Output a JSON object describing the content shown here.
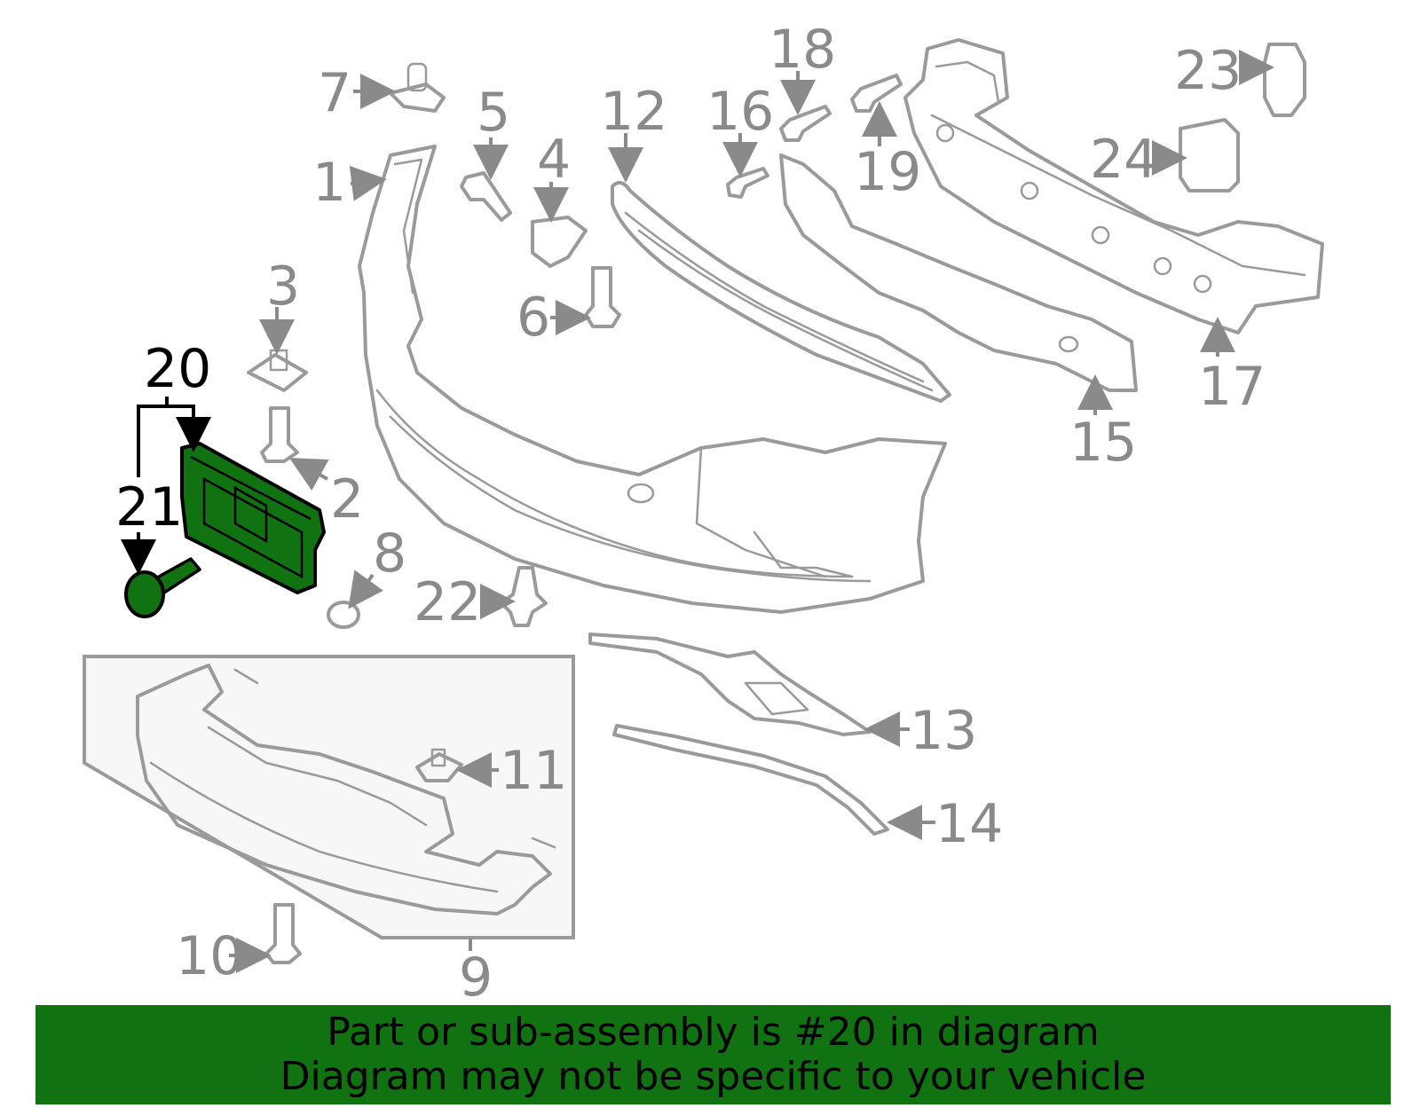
{
  "diagram": {
    "highlight_color": "#107210",
    "callouts": {
      "c1": "1",
      "c2": "2",
      "c3": "3",
      "c4": "4",
      "c5": "5",
      "c6": "6",
      "c7": "7",
      "c8": "8",
      "c9": "9",
      "c10": "10",
      "c11": "11",
      "c12": "12",
      "c13": "13",
      "c14": "14",
      "c15": "15",
      "c16": "16",
      "c17": "17",
      "c18": "18",
      "c19": "19",
      "c20": "20",
      "c21": "21",
      "c22": "22",
      "c23": "23",
      "c24": "24"
    },
    "highlighted_callouts": [
      "20",
      "21"
    ]
  },
  "banner": {
    "line1": "Part or sub-assembly is #20 in diagram",
    "line2": "Diagram may not be specific to your vehicle",
    "background": "#107210"
  }
}
